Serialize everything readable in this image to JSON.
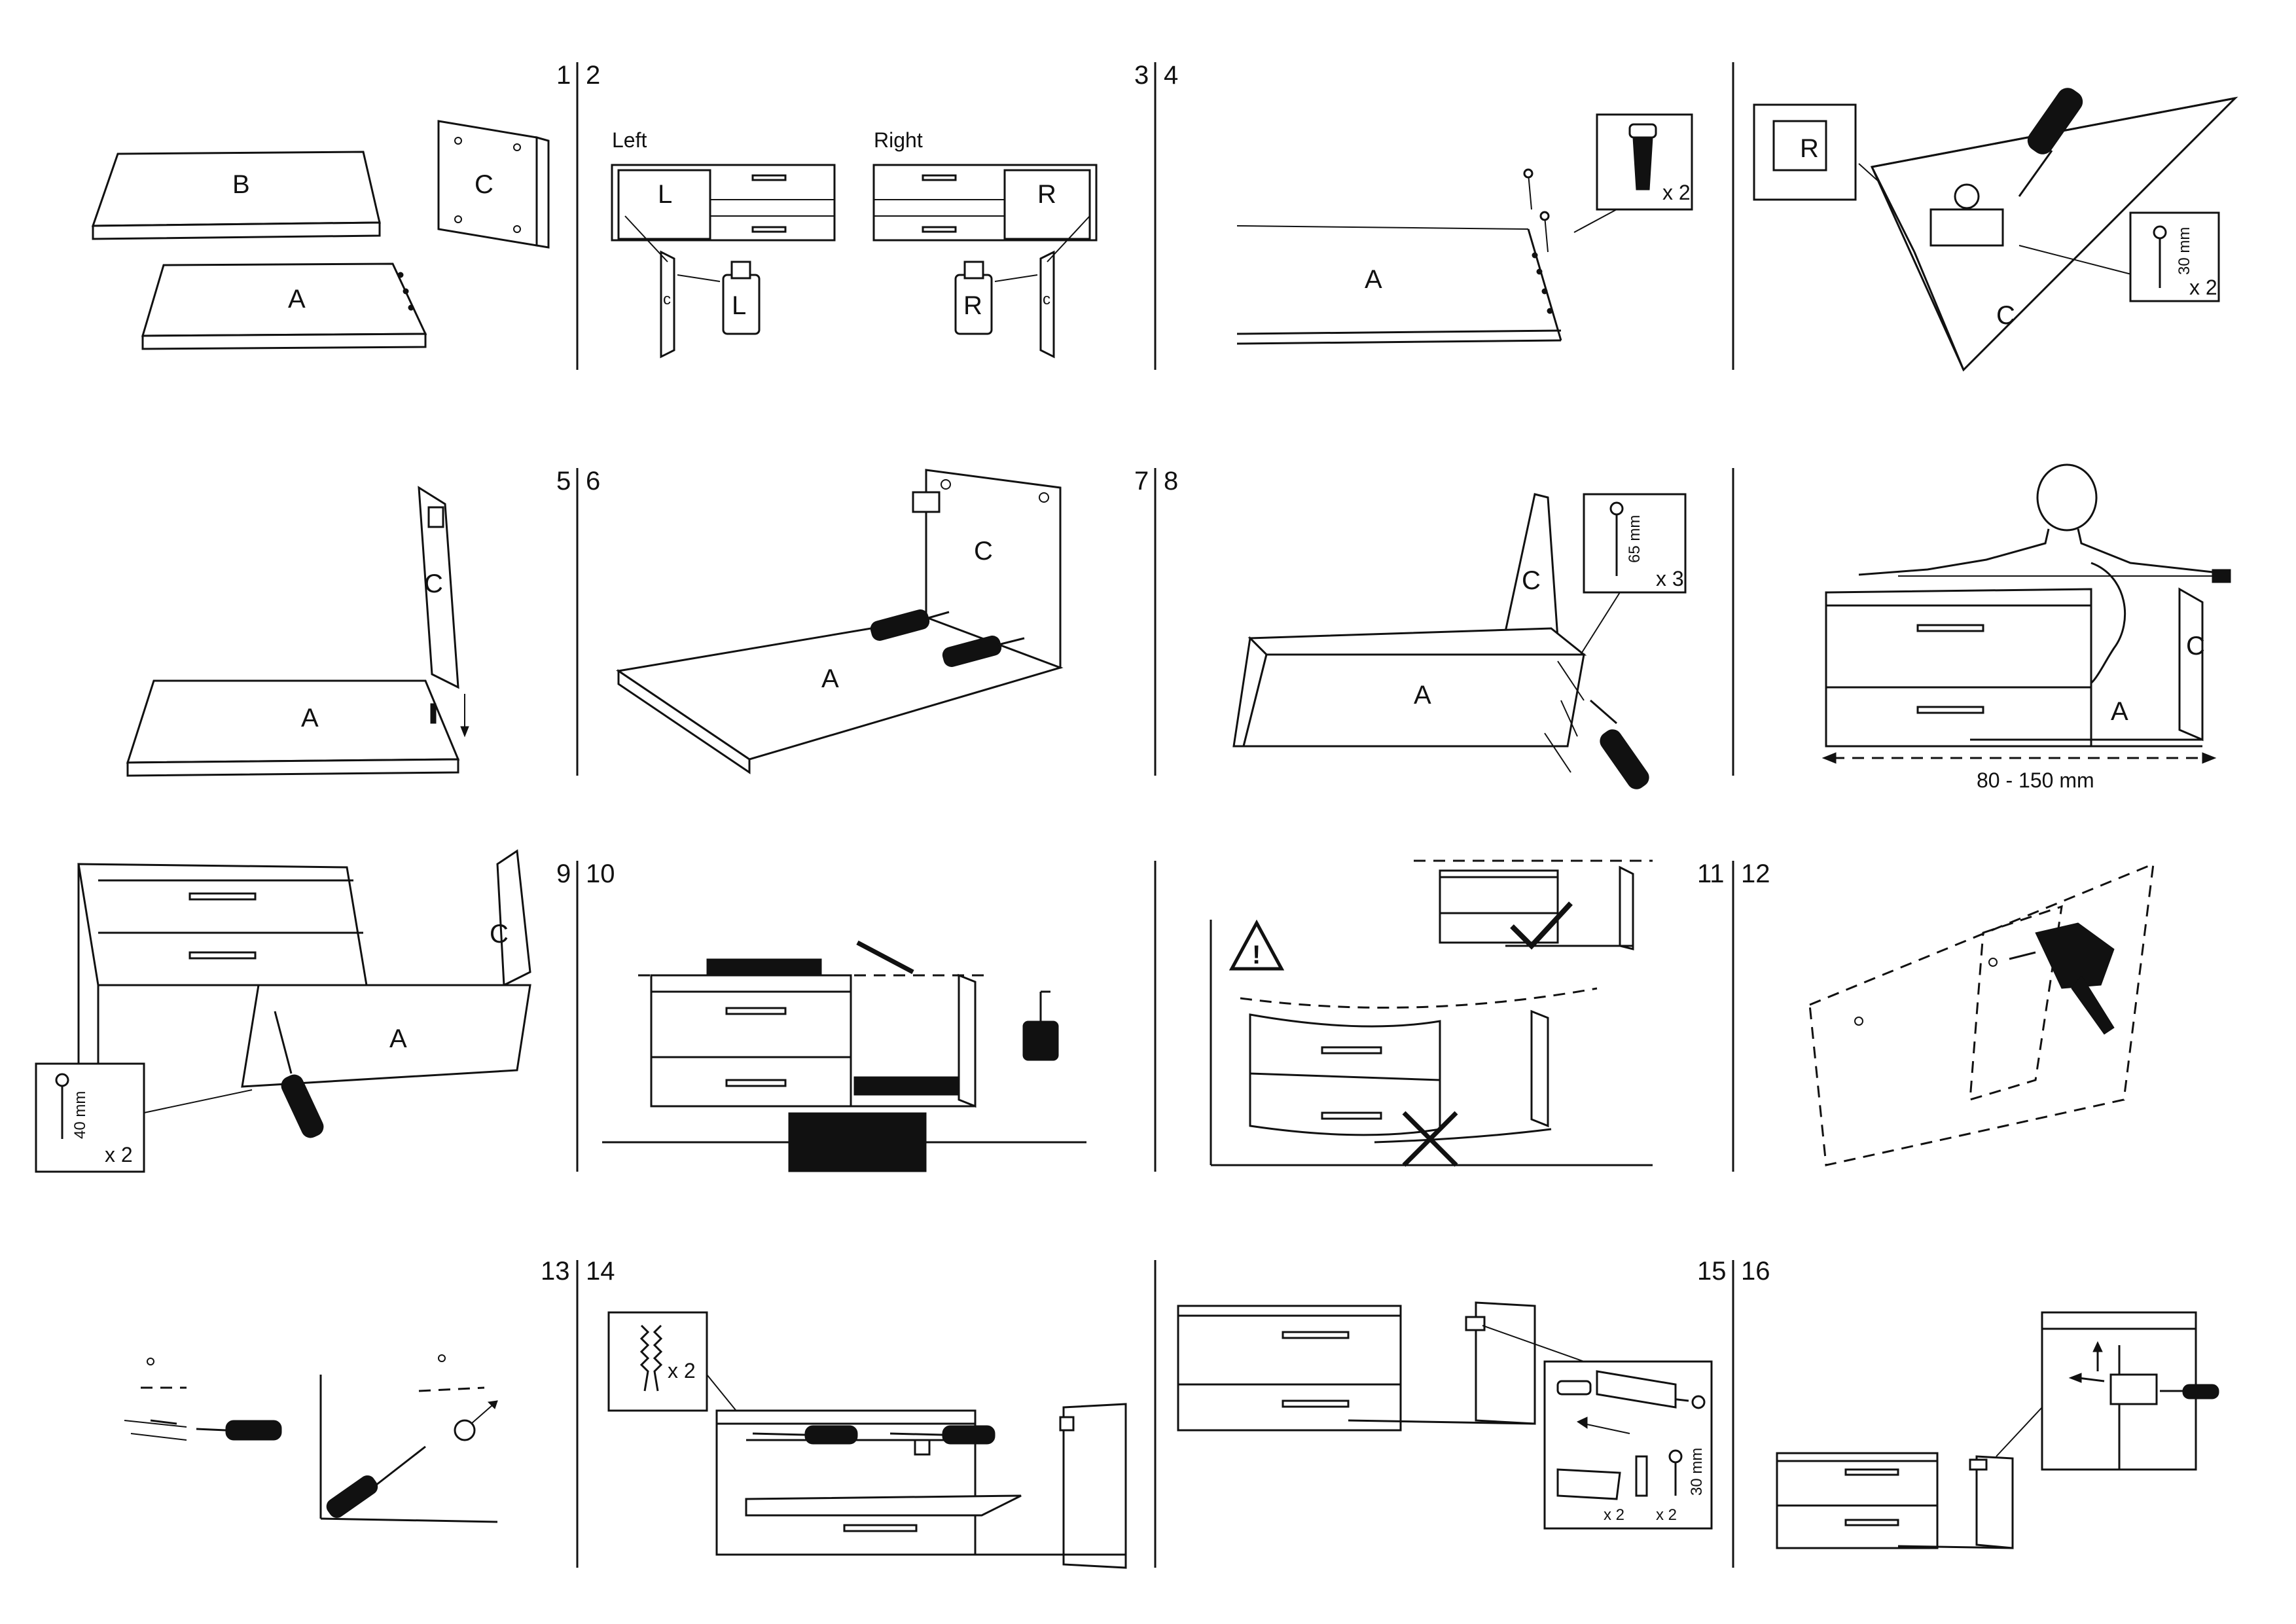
{
  "step_numbers": [
    "1",
    "2",
    "3",
    "4",
    "5",
    "6",
    "7",
    "8",
    "9",
    "10",
    "11",
    "12",
    "13",
    "14",
    "15",
    "16"
  ],
  "part_labels": {
    "a": "A",
    "b": "B",
    "c": "C",
    "l": "L",
    "r": "R"
  },
  "side_labels": {
    "left": "Left",
    "right": "Right"
  },
  "quantities": {
    "x2": "x 2",
    "x3": "x 3"
  },
  "screw_lengths": {
    "mm30": "30 mm",
    "mm65": "65 mm",
    "mm40": "40 mm"
  },
  "distance_range": "80 - 150 mm",
  "icons": [
    "screw-icon",
    "dowel-icon",
    "screwdriver-icon",
    "drill-icon",
    "warning-icon",
    "check-icon",
    "cross-icon",
    "spirit-level-icon",
    "pencil-icon",
    "person-icon"
  ]
}
